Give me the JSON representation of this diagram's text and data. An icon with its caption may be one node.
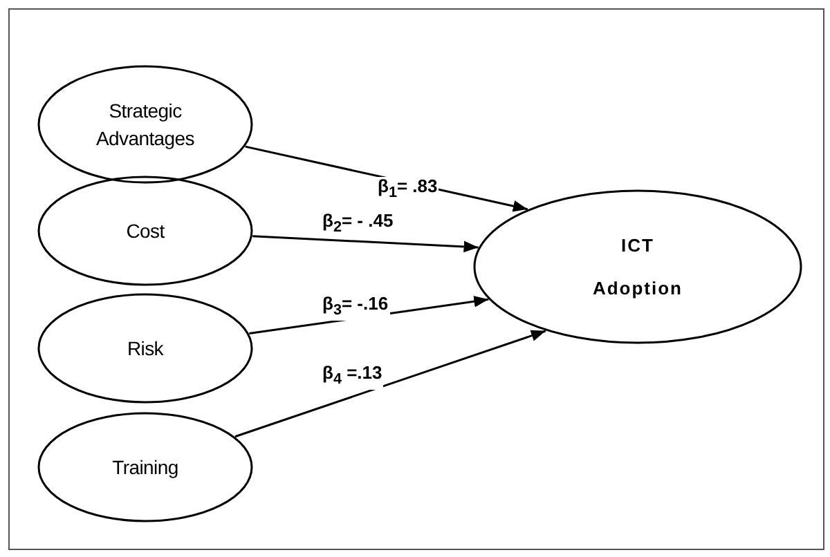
{
  "diagram": {
    "nodes": [
      {
        "text": [
          "Strategic Advantages"
        ]
      },
      {
        "text": [
          "Cost"
        ]
      },
      {
        "text": [
          "Risk"
        ]
      },
      {
        "text": [
          "Training"
        ]
      },
      {
        "text": [
          "ICT Adoption"
        ]
      }
    ],
    "edges": [
      {
        "from": 0,
        "to": 4,
        "arrow": "to",
        "label": "β$_{1}$=  .83"
      },
      {
        "from": 1,
        "to": 4,
        "arrow": "to",
        "label": "β$_{2}$= - .45"
      },
      {
        "from": 2,
        "to": 4,
        "arrow": "to",
        "label": "β$_{3}$= -.16"
      },
      {
        "from": 3,
        "to": 4,
        "arrow": "to",
        "label": "β$_{4}$ =.13"
      }
    ]
  }
}
